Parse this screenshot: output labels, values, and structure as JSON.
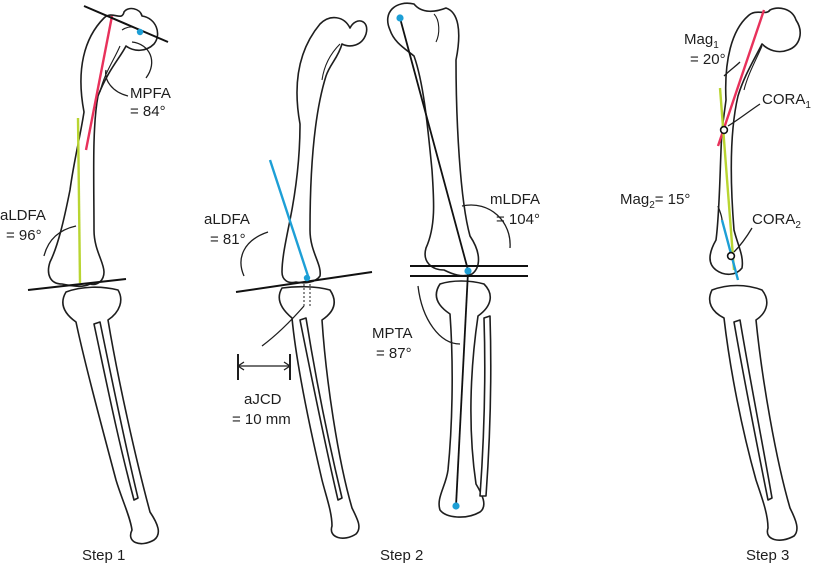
{
  "colors": {
    "bone_outline": "#1e1e1e",
    "femur_axis_red": "#e8315b",
    "axis_yellow_green": "#b9d531",
    "axis_blue": "#1d9fd6",
    "joint_dot_blue": "#1d9fd6",
    "cora_marker": "#ffffff"
  },
  "step1": {
    "label": "Step 1",
    "mpfa_name": "MPFA",
    "mpfa_value": "= 84°",
    "aldfa_name": "aLDFA",
    "aldfa_value": "= 96°"
  },
  "step2": {
    "label": "Step 2",
    "aldfa_name": "aLDFA",
    "aldfa_value": "= 81°",
    "ajcd_name": "aJCD",
    "ajcd_value": "= 10 mm",
    "mldfa_name": "mLDFA",
    "mldfa_value": "= 104°",
    "mpta_name": "MPTA",
    "mpta_value": "= 87°"
  },
  "step3": {
    "label": "Step 3",
    "mag1_name": "Mag",
    "mag1_sub": "1",
    "mag1_value": "= 20°",
    "cora1_name": "CORA",
    "cora1_sub": "1",
    "mag2_name": "Mag",
    "mag2_sub": "2",
    "mag2_value": "= 15°",
    "cora2_name": "CORA",
    "cora2_sub": "2"
  }
}
